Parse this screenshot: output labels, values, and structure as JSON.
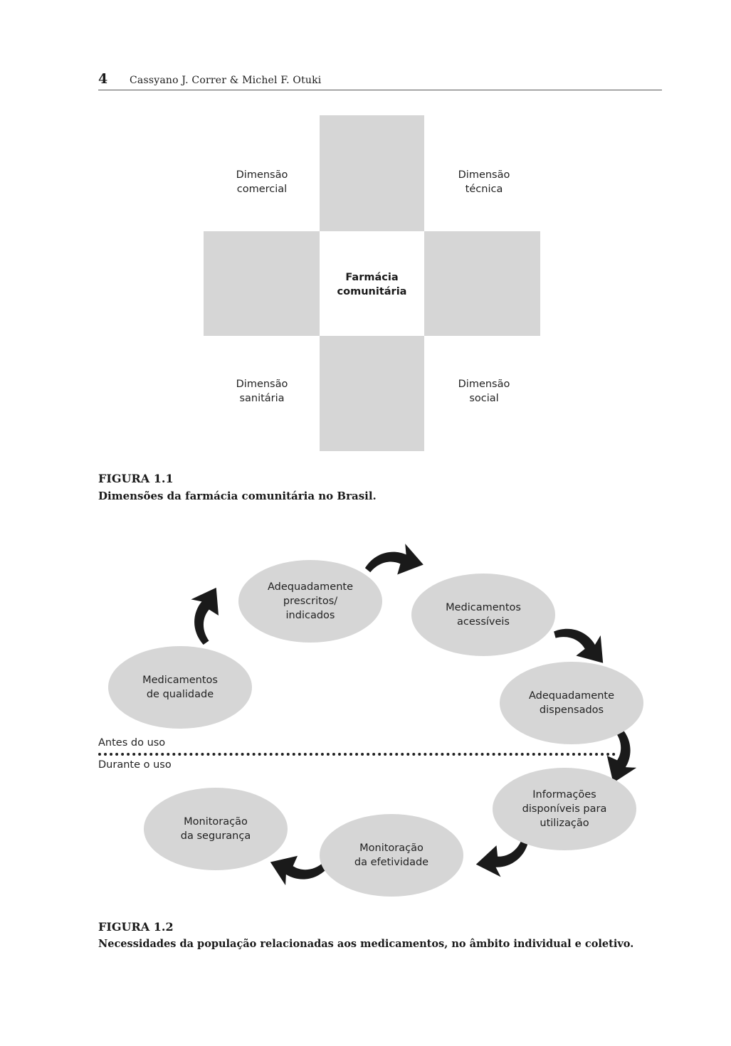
{
  "header": {
    "page_number": "4",
    "running_head": "Cassyano J. Correr & Michel F. Otuki"
  },
  "figure1": {
    "dimensions": {
      "comercial": [
        "Dimensão",
        "comercial"
      ],
      "tecnica": [
        "Dimensão",
        "técnica"
      ],
      "sanitaria": [
        "Dimensão",
        "sanitária"
      ],
      "social": [
        "Dimensão",
        "social"
      ]
    },
    "center": [
      "Farmácia",
      "comunitária"
    ],
    "title": "FIGURA 1.1",
    "caption": "Dimensões da farmácia comunitária no Brasil."
  },
  "figure2": {
    "nodes": {
      "quality": [
        "Medicamentos",
        "de qualidade"
      ],
      "prescribed": [
        "Adequadamente",
        "prescritos/",
        "indicados"
      ],
      "accessible": [
        "Medicamentos",
        "acessíveis"
      ],
      "dispensed": [
        "Adequadamente",
        "dispensados"
      ],
      "information": [
        "Informações",
        "disponíveis para",
        "utilização"
      ],
      "effectiveness": [
        "Monitoração",
        "da efetividade"
      ],
      "safety": [
        "Monitoração",
        "da segurança"
      ]
    },
    "before_label": "Antes do uso",
    "during_label": "Durante o uso",
    "title": "FIGURA 1.2",
    "caption": "Necessidades da população relacionadas aos medicamentos, no âmbito individual e coletivo."
  }
}
